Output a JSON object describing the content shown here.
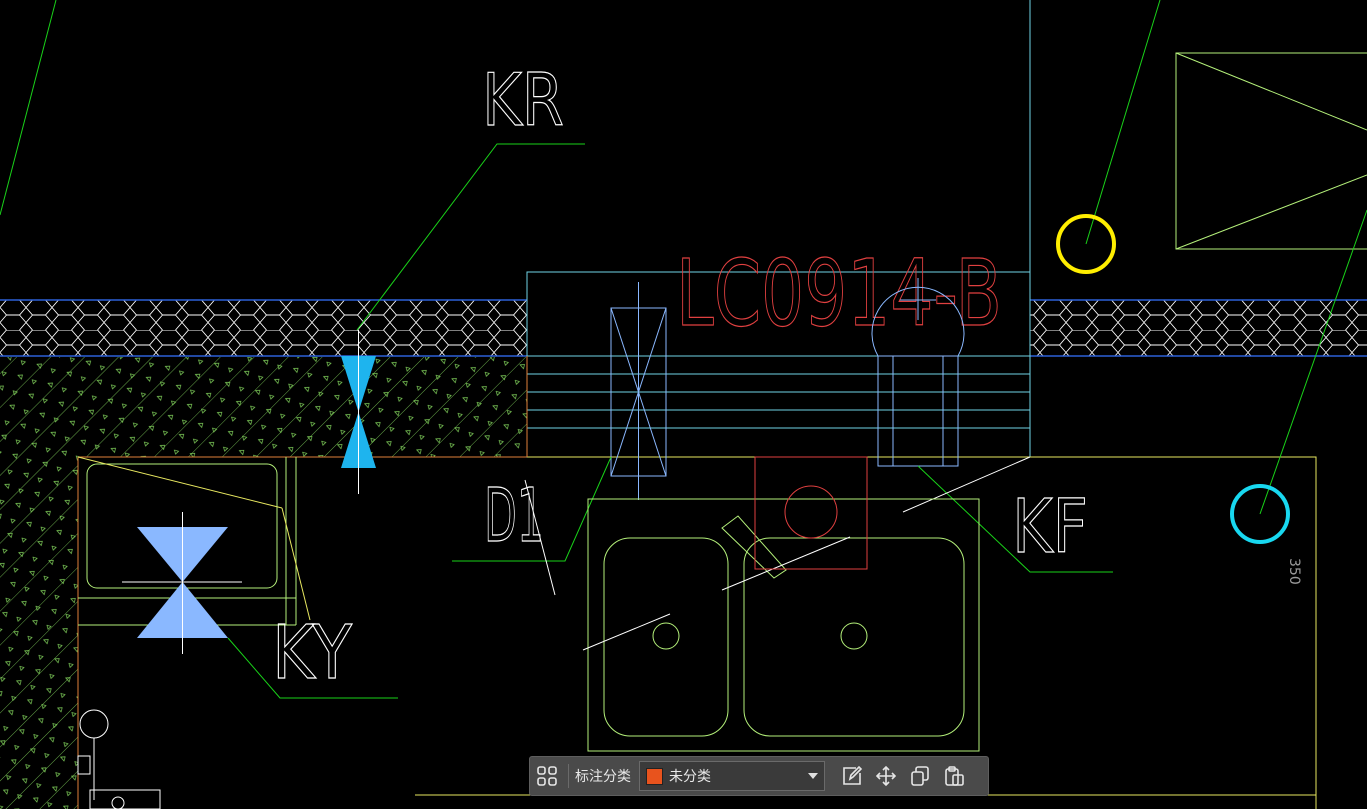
{
  "drawing": {
    "labels": {
      "kr": "KR",
      "lc": "LC0914-B",
      "d1": "D1",
      "kf": "KF",
      "ky": "KY",
      "dim": "350"
    },
    "colors": {
      "background": "#000000",
      "leader_green": "#19d219",
      "window_cyan": "#6fd3e6",
      "wall_blue": "#2c60d8",
      "red": "#e04040",
      "yellow": "#ffee00",
      "cyan_circle": "#18d8f0",
      "fixture_blue": "#8ab8ff"
    }
  },
  "toolbar": {
    "grid_icon": "grid-icon",
    "label": "标注分类",
    "category": {
      "value": "未分类",
      "swatch_color": "#e8531d"
    },
    "actions": [
      "edit-icon",
      "move-icon",
      "copy-icon",
      "paste-icon"
    ]
  }
}
